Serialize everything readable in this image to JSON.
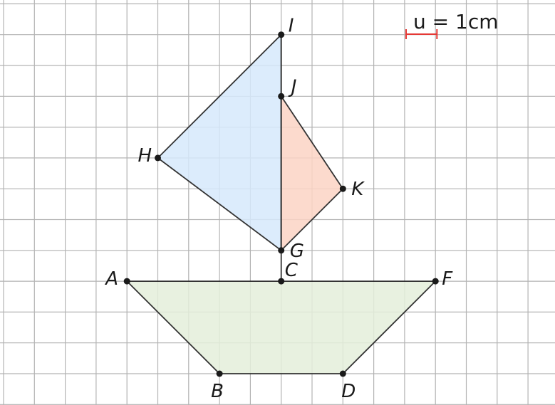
{
  "figure": {
    "grid": {
      "cols": 18,
      "rows": 13,
      "visible": true
    },
    "scale": {
      "label": "u = 1cm",
      "segment_units": 1,
      "color": "#e53935"
    },
    "colors": {
      "sail_left": "#d6e9fb",
      "sail_right": "#fbd3c4",
      "hull": "#e4eeda",
      "grid": "#b3b3b3",
      "edge": "#333333"
    },
    "points": [
      {
        "name": "A",
        "x": 4,
        "y": 3
      },
      {
        "name": "B",
        "x": 7,
        "y": 0
      },
      {
        "name": "C",
        "x": 9,
        "y": 3
      },
      {
        "name": "D",
        "x": 11,
        "y": 0
      },
      {
        "name": "F",
        "x": 14,
        "y": 3
      },
      {
        "name": "G",
        "x": 9,
        "y": 4
      },
      {
        "name": "H",
        "x": 5,
        "y": 7
      },
      {
        "name": "I",
        "x": 9,
        "y": 11
      },
      {
        "name": "J",
        "x": 9,
        "y": 9
      },
      {
        "name": "K",
        "x": 11,
        "y": 6
      }
    ],
    "polygons": [
      {
        "name": "sail-left",
        "vertices": [
          "I",
          "H",
          "G"
        ],
        "fill": "sail_left"
      },
      {
        "name": "sail-right",
        "vertices": [
          "J",
          "K",
          "G"
        ],
        "fill": "sail_right"
      },
      {
        "name": "hull",
        "vertices": [
          "A",
          "F",
          "D",
          "B"
        ],
        "fill": "hull"
      }
    ],
    "segments": [
      [
        "I",
        "G"
      ],
      [
        "G",
        "C"
      ]
    ]
  }
}
